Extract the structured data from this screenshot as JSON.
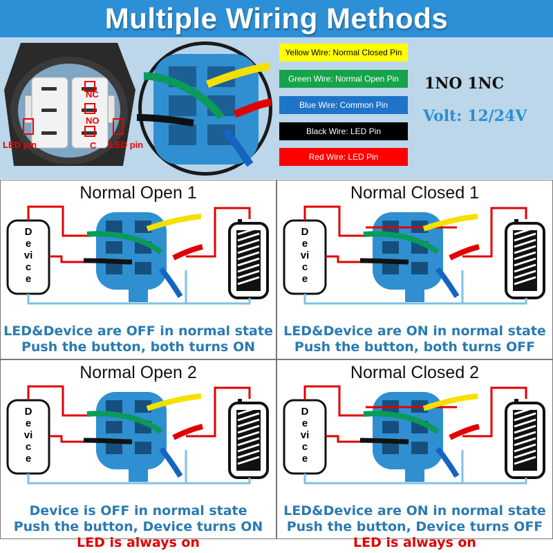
{
  "header": {
    "title": "Multiple Wiring Methods"
  },
  "photo": {
    "nc_label": "NC",
    "no_label": "NO",
    "c_label": "C",
    "led_pin_left": "LED pin",
    "led_pin_right": "LED pin"
  },
  "legend": [
    {
      "label": "Yellow Wire: Normal Closed Pin",
      "bg": "#ffff00",
      "fg": "#000000"
    },
    {
      "label": "Green Wire: Normal Open Pin",
      "bg": "#16a34a",
      "fg": "#ffffff"
    },
    {
      "label": "Blue Wire: Common Pin",
      "bg": "#1e74c8",
      "fg": "#ffffff"
    },
    {
      "label": "Black Wire: LED Pin",
      "bg": "#000000",
      "fg": "#ffffff"
    },
    {
      "label": "Red Wire: LED Pin",
      "bg": "#ff0000",
      "fg": "#ffffff"
    }
  ],
  "specs": {
    "type": "1NO 1NC",
    "volt": "Volt: 12/24V"
  },
  "device_label": "Device",
  "panels": [
    {
      "title": "Normal Open 1",
      "caption1": "LED&Device are OFF in normal state",
      "caption2": "Push the button, both turns ON",
      "caption3": ""
    },
    {
      "title": "Normal Closed 1",
      "caption1": "LED&Device are ON in normal state",
      "caption2": "Push the button, both turns OFF",
      "caption3": ""
    },
    {
      "title": "Normal Open 2",
      "caption1": "Device is OFF in normal state",
      "caption2": "Push the button, Device turns ON",
      "caption3": "LED is always on"
    },
    {
      "title": "Normal Closed 2",
      "caption1": "LED&Device are ON in normal state",
      "caption2": "Push the button, Device turns OFF",
      "caption3": "LED is always on"
    }
  ],
  "colors": {
    "header": "#2d8fd6",
    "wire_red": "#e00000",
    "wire_blue": "#7fbfe8",
    "caption": "#2a7ab0",
    "connector": "#2f8fd0"
  }
}
